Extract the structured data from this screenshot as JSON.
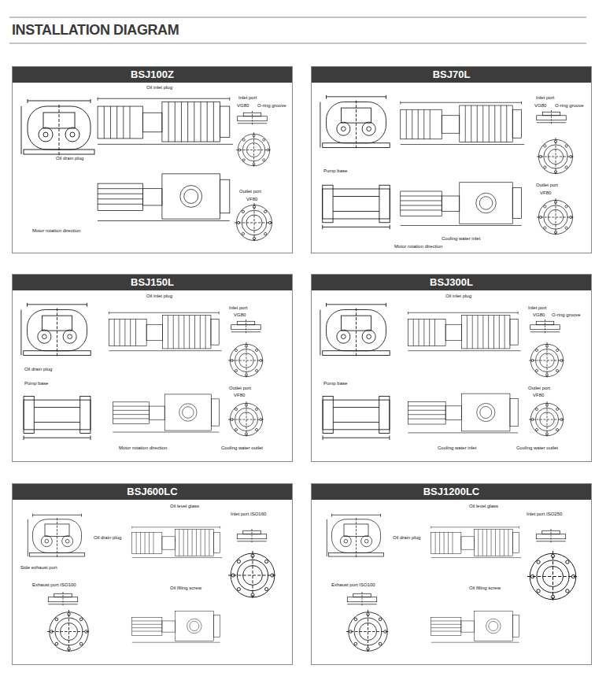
{
  "diagram": {
    "title": "INSTALLATION DIAGRAM",
    "nodes": [
      {
        "text": [
          "BSJ100Z"
        ]
      },
      {
        "text": [
          "BSJ70L"
        ]
      },
      {
        "text": [
          "BSJ150L"
        ]
      },
      {
        "text": [
          "BSJ300L"
        ]
      },
      {
        "text": [
          "BSJ600LC"
        ]
      },
      {
        "text": [
          "BSJ1200LC"
        ]
      }
    ],
    "labels": [
      "Oil drain plug",
      "Motor rotation direction",
      "Oil inlet plug",
      "Inlet port",
      "VG80",
      "O-ring groove",
      "Outlet port",
      "VF80",
      "Inlet port",
      "VG80",
      "O-ring groove",
      "Pump base",
      "Outlet port",
      "VF80",
      "Cooling water inlet",
      "Motor rotation direction",
      "Oil inlet plug",
      "Oil drain plug",
      "Inlet port",
      "VG80",
      "Pump base",
      "Outlet port",
      "VF80",
      "Cooling water outlet",
      "Motor rotation direction",
      "Oil inlet plug",
      "Inlet port",
      "VG80",
      "O-ring groove",
      "Pump base",
      "Outlet port",
      "VF80",
      "Cooling water inlet",
      "Cooling water outlet",
      "Oil drain plug",
      "Side exhaust port",
      "Exhaust port ISO100",
      "Oil level glass",
      "Inlet port ISO160",
      "Oil filling screw",
      "Oil drain plug",
      "Exhaust port ISO100",
      "Oil level glass",
      "Inlet port ISO250",
      "Oil filling screw"
    ]
  }
}
